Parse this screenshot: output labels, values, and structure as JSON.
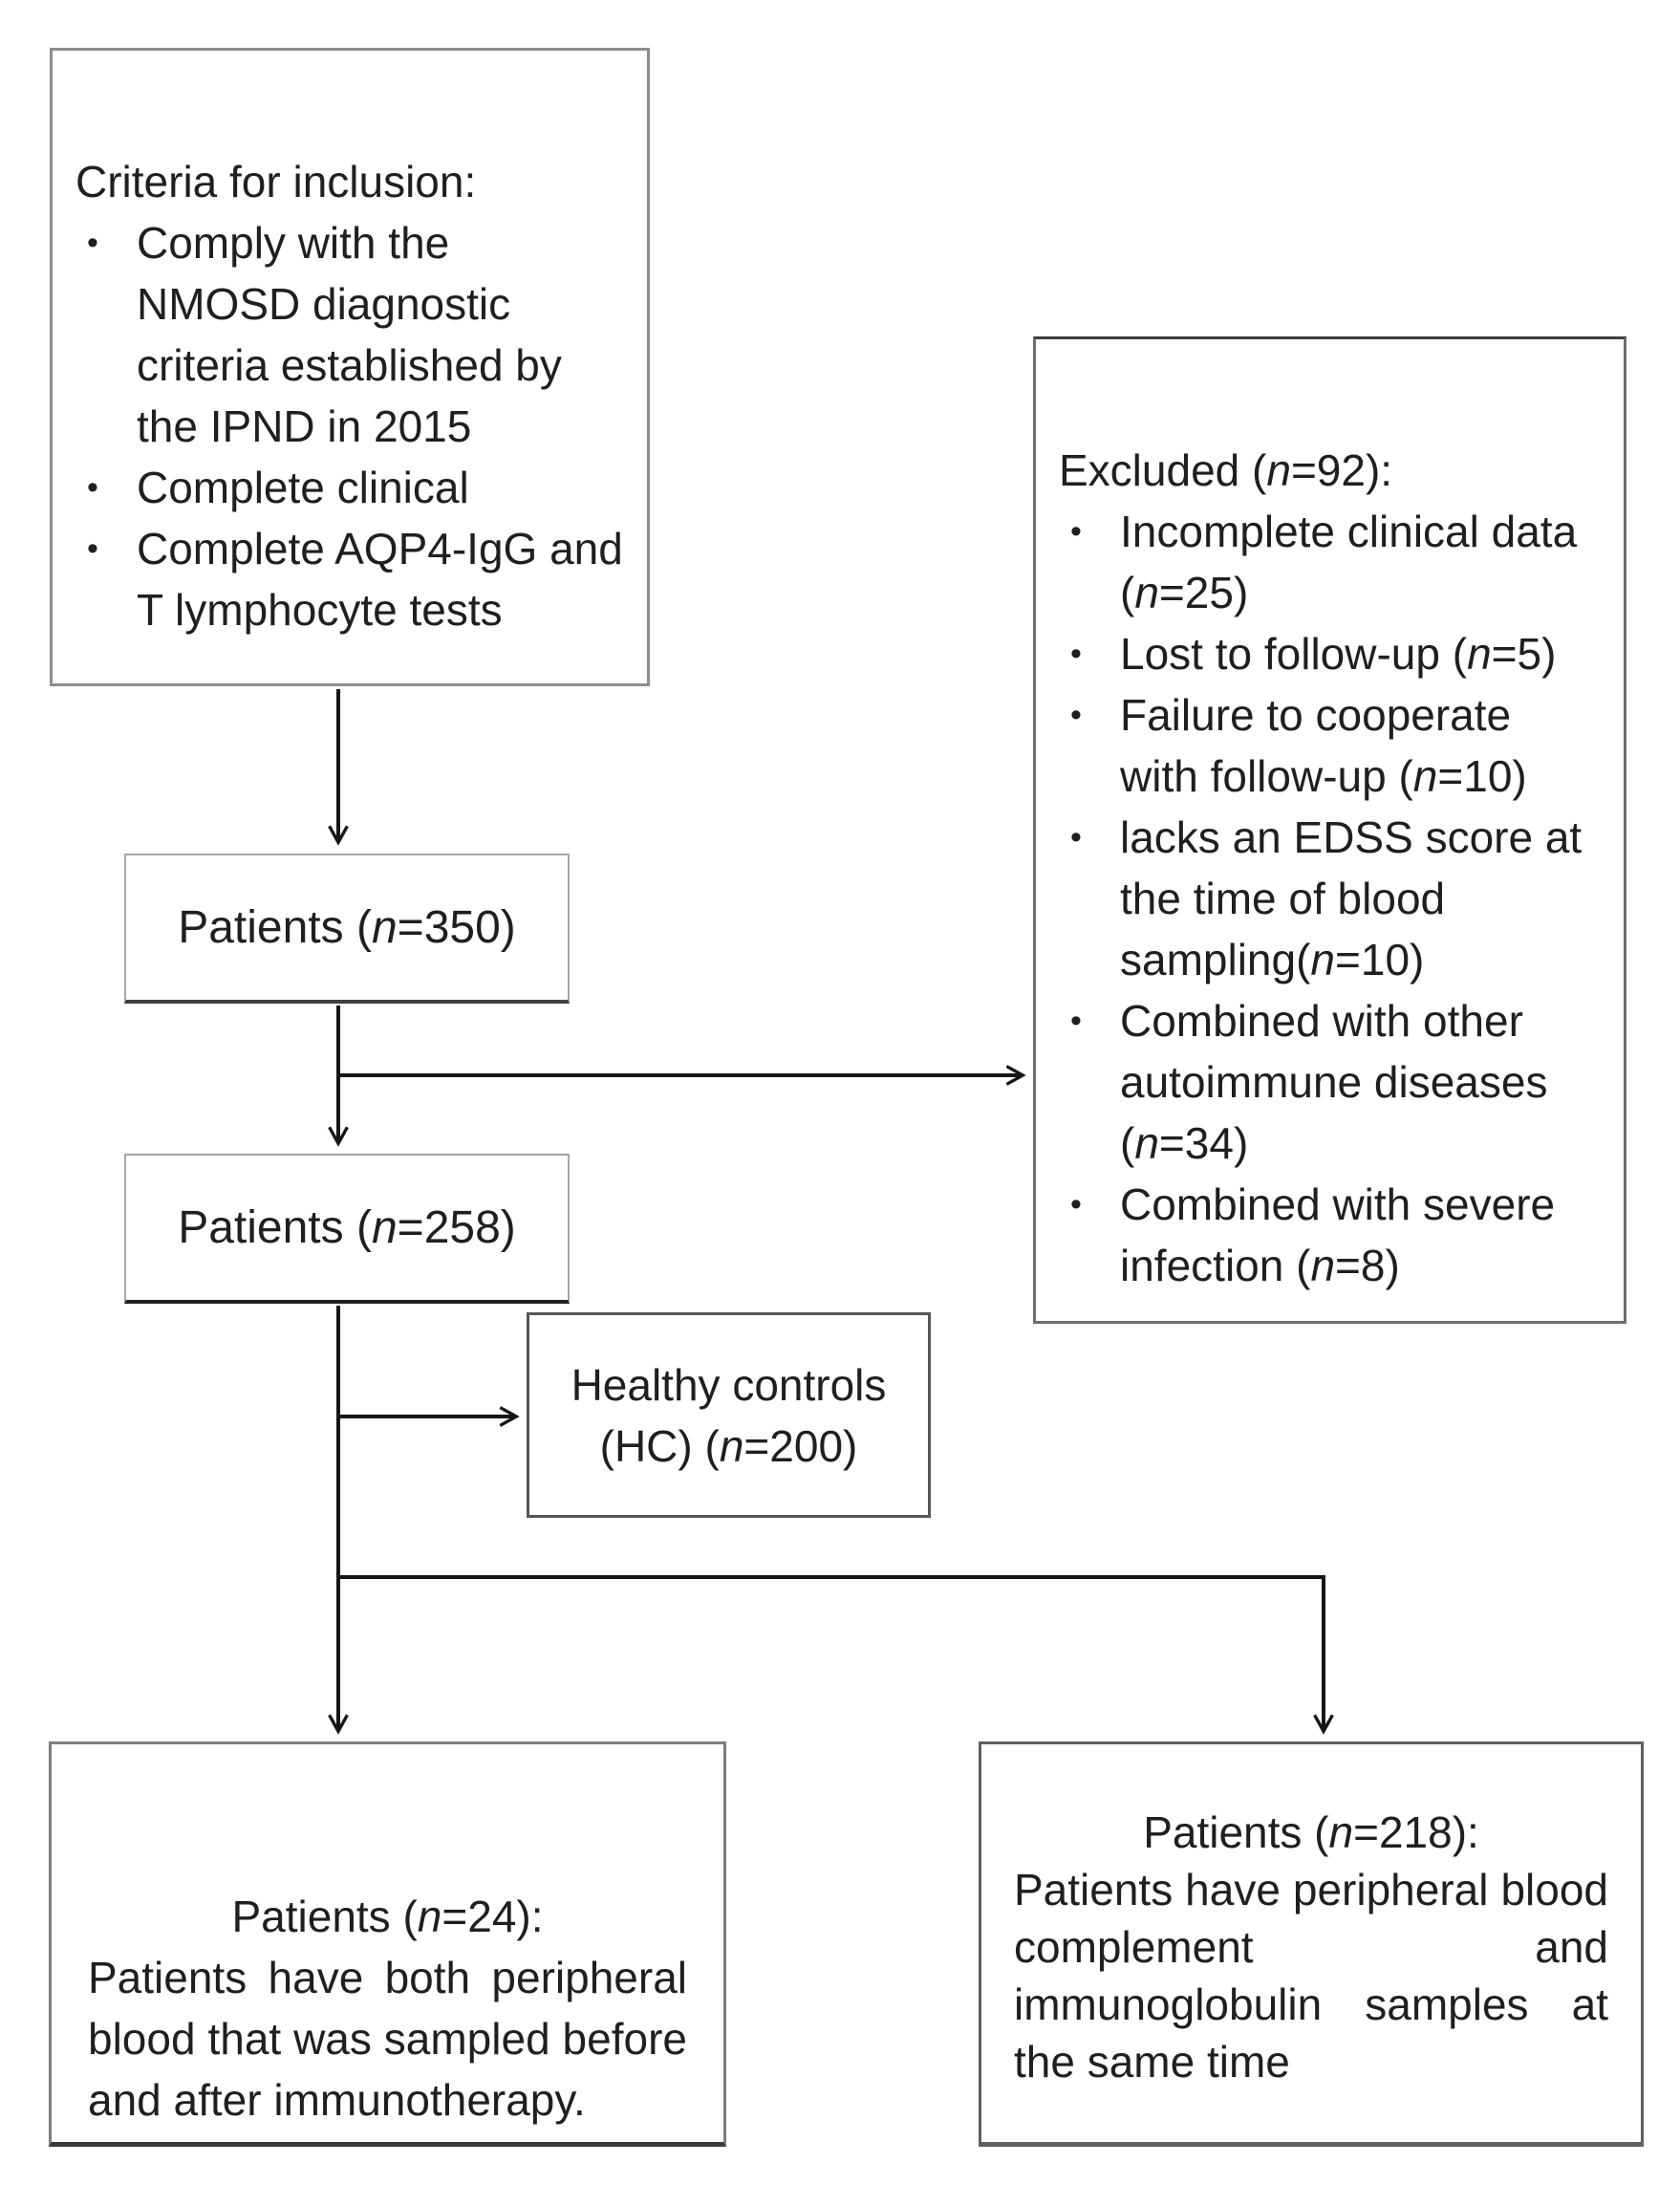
{
  "figure": {
    "background": "#ffffff",
    "text_color": "#1f1f1f",
    "line_color": "#161616",
    "bullet_glyph": "•",
    "criteria_box": {
      "title": "Criteria for inclusion:",
      "bullets": [
        {
          "lines": [
            {
              "pre": "Comply with the"
            },
            {
              "pre": "NMOSD diagnostic"
            },
            {
              "pre": "criteria established by"
            },
            {
              "pre": "the IPND in 2015"
            }
          ]
        },
        {
          "lines": [
            {
              "pre": "Complete clinical"
            }
          ]
        },
        {
          "lines": [
            {
              "pre": "Complete AQP4-IgG and"
            },
            {
              "pre": "T lymphocyte tests"
            }
          ]
        }
      ]
    },
    "excluded_box": {
      "title": {
        "pre": "Excluded (",
        "var": "n",
        "post": "=92):"
      },
      "bullets": [
        {
          "lines": [
            {
              "pre": "Incomplete clinical data"
            },
            {
              "pre": "(",
              "var": "n",
              "post": "=25)"
            }
          ]
        },
        {
          "lines": [
            {
              "pre": "Lost to follow-up (",
              "var": "n",
              "post": "=5)"
            }
          ]
        },
        {
          "lines": [
            {
              "pre": "Failure to cooperate"
            },
            {
              "pre": "with follow-up (",
              "var": "n",
              "post": "=10)"
            }
          ]
        },
        {
          "lines": [
            {
              "pre": "lacks an EDSS score at"
            },
            {
              "pre": "the time of blood"
            },
            {
              "pre": "sampling(",
              "var": "n",
              "post": "=10)"
            }
          ]
        },
        {
          "lines": [
            {
              "pre": "Combined with other"
            },
            {
              "pre": "autoimmune diseases"
            },
            {
              "pre": "(",
              "var": "n",
              "post": "=34)"
            }
          ]
        },
        {
          "lines": [
            {
              "pre": "Combined with severe"
            },
            {
              "pre": "infection (",
              "var": "n",
              "post": "=8)"
            }
          ]
        }
      ]
    },
    "patients_350": {
      "pre": "Patients (",
      "var": "n",
      "post": "=350)"
    },
    "patients_258": {
      "pre": "Patients (",
      "var": "n",
      "post": "=258)"
    },
    "healthy_controls": {
      "line1": "Healthy controls",
      "line2": {
        "pre": "(HC) (",
        "var": "n",
        "post": "=200)"
      }
    },
    "bottom_left_box": {
      "title": {
        "pre": "Patients (",
        "var": "n",
        "post": "=24):"
      },
      "body_lines": [
        "Patients have both peripheral",
        "blood that was sampled before",
        "and after immunotherapy."
      ]
    },
    "bottom_right_box": {
      "title": {
        "pre": "Patients (",
        "var": "n",
        "post": "=218):"
      },
      "body_lines": [
        "Patients have peripheral blood",
        "complement and",
        "immunoglobulin samples at",
        "the same time"
      ]
    }
  }
}
